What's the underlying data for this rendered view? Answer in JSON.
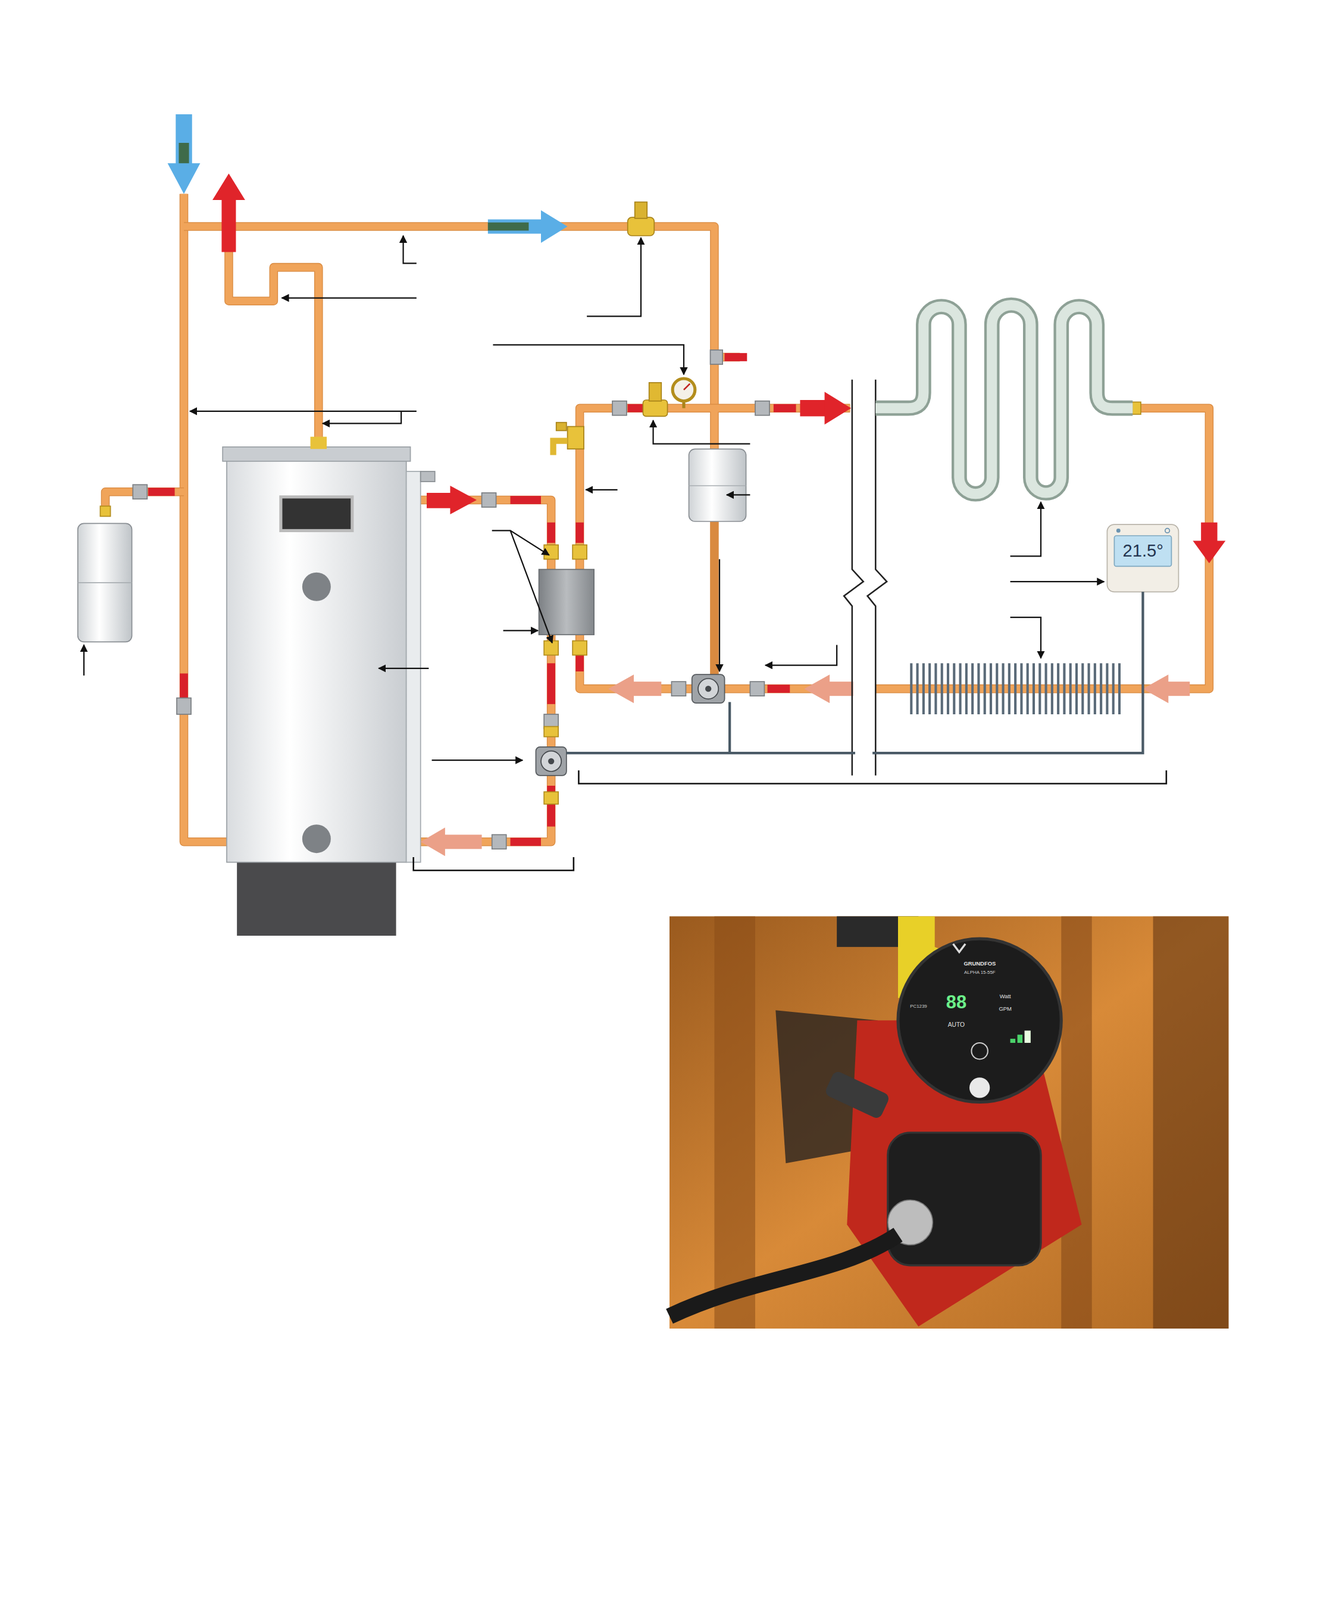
{
  "diagram": {
    "labels": [
      "21.5°",
      "GRUNDFOS",
      "ALPHA 15-55F",
      "PC1239",
      "88",
      "Watt",
      "GPM",
      "AUTO"
    ]
  }
}
